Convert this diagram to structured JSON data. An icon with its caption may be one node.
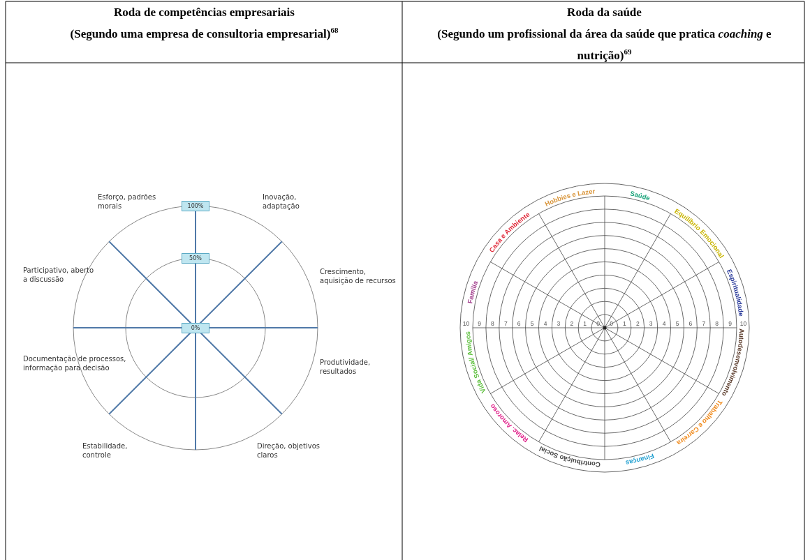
{
  "diagram": {
    "nodes": [
      {
        "text": [
          "100%"
        ]
      },
      {
        "text": [
          "50%"
        ]
      },
      {
        "text": [
          "0%"
        ]
      }
    ],
    "labels": [
      "Roda de competências empresariais",
      "(Segundo uma empresa de consultoria empresarial)$^{68}$",
      "Roda da saúde",
      "(Segundo um profissional da área da saúde que pratica *coaching* e nutrição)$^{69}$",
      "Esforço, padrões morais",
      "Inovação, adaptação",
      "Participativo, aberto a discussão",
      "Crescimento, aquisição de recursos",
      "Documentação de processos, informação para decisão",
      "Produtividade, resultados",
      "Estabilidade, controle",
      "Direção, objetivos claros",
      "Saúde",
      "Equilíbrio Emocional",
      "Espiritualidade",
      "Autodesenvolvimento",
      "Trabalho e Carreira",
      "Finanças",
      "Contribuição Social",
      "Relac. Amoroso",
      "Vida Social/ Amigos",
      "Família",
      "Casa e Ambiente",
      "Hobbies e Lazer",
      "10",
      "9",
      "8",
      "7",
      "6",
      "5",
      "4",
      "3",
      "2",
      "1",
      "0",
      "0",
      "1",
      "2",
      "3",
      "4",
      "5",
      "6",
      "7",
      "8",
      "9",
      "10"
    ]
  }
}
